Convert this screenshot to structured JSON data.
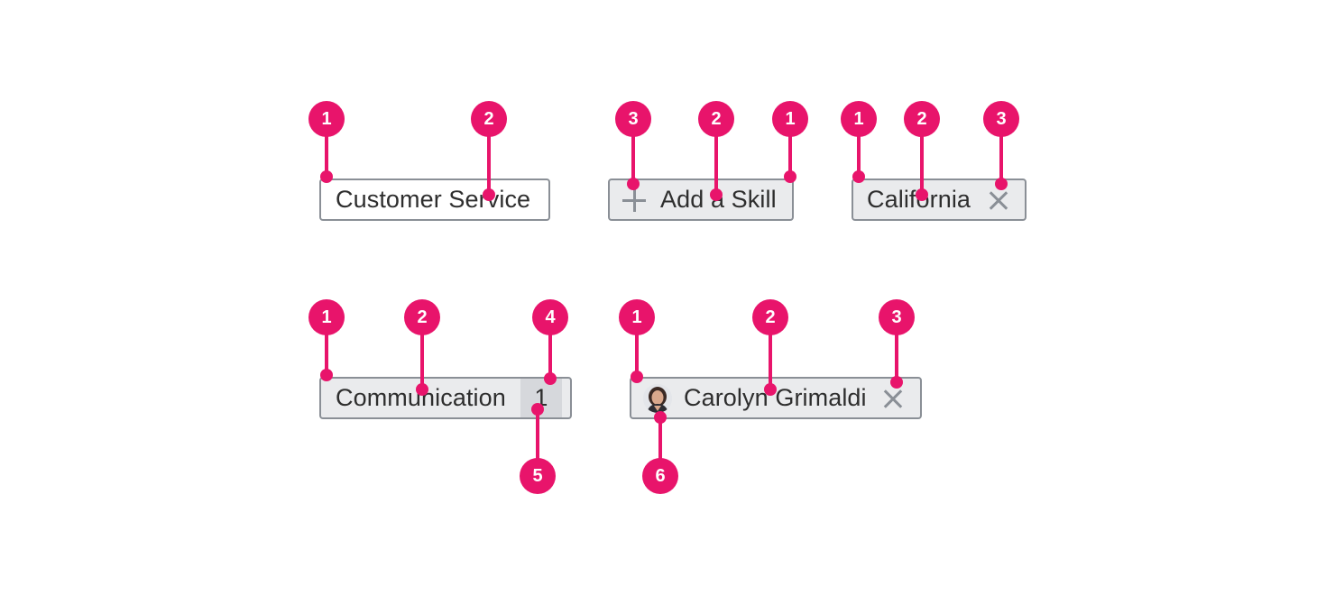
{
  "chips": {
    "basic": {
      "label": "Customer Service"
    },
    "action": {
      "label": "Add a Skill",
      "icon": "plus-icon"
    },
    "removable": {
      "label": "California",
      "icon": "close-icon"
    },
    "count": {
      "label": "Communication",
      "count": "1"
    },
    "person": {
      "label": "Carolyn Grimaldi",
      "icon": "close-icon",
      "avatar": "avatar"
    }
  },
  "markers": {
    "basic": [
      "1",
      "2"
    ],
    "action": [
      "3",
      "2",
      "1"
    ],
    "removable": [
      "1",
      "2",
      "3"
    ],
    "count": [
      "1",
      "2",
      "4",
      "5"
    ],
    "person": [
      "1",
      "2",
      "3",
      "6"
    ]
  },
  "colors": {
    "callout": "#e8146b",
    "chip_border": "#8a8f96",
    "chip_fill": "#eaebed",
    "count_fill": "#d6d8dc",
    "text": "#2e2e2e"
  }
}
